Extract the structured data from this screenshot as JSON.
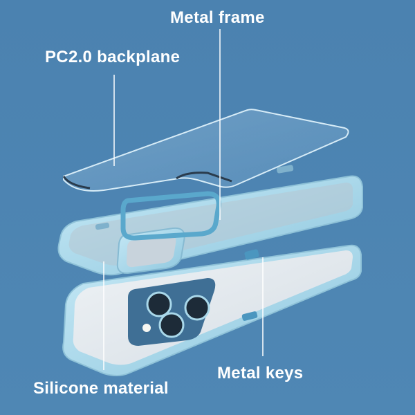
{
  "labels": {
    "metal_frame": "Metal frame",
    "backplane": "PC2.0 backplane",
    "metal_keys": "Metal keys",
    "silicone": "Silicone material"
  },
  "colors": {
    "background": "#4f86b3",
    "case_blue": "#a9d8ea",
    "label_text": "#ffffff"
  }
}
